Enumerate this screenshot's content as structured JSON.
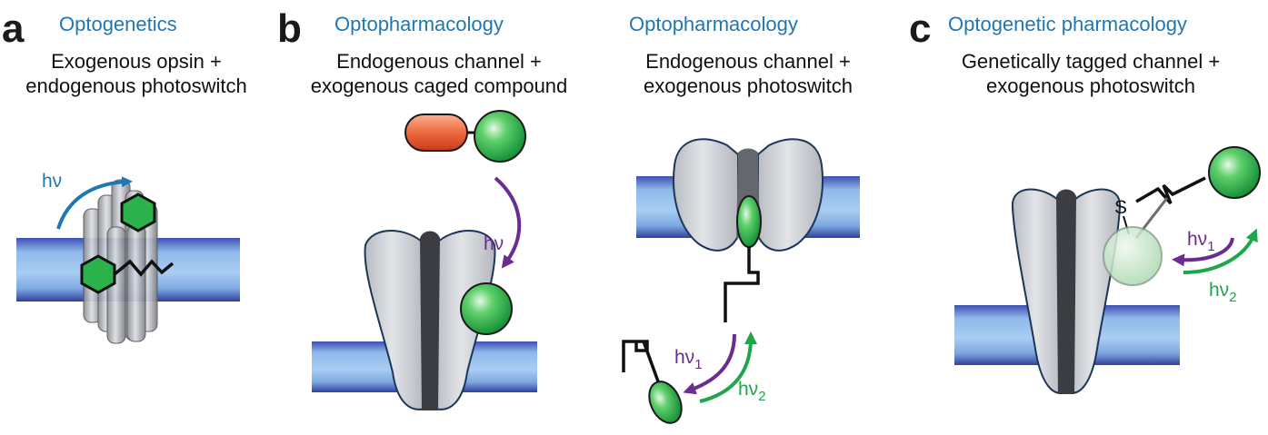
{
  "panels": [
    {
      "letter": "a",
      "title": "Optogenetics",
      "line1": "Exogenous opsin +",
      "line2": "endogenous photoswitch"
    },
    {
      "letter": "b",
      "title": "Optopharmacology",
      "line1": "Endogenous channel +",
      "line2": "exogenous caged compound"
    },
    {
      "letter": "",
      "title": "Optopharmacology",
      "line1": "Endogenous channel +",
      "line2": "exogenous photoswitch"
    },
    {
      "letter": "c",
      "title": "Optogenetic pharmacology",
      "line1": "Genetically tagged channel +",
      "line2": "exogenous photoswitch"
    }
  ],
  "labels": {
    "hv": "hν",
    "hv_base": "hν",
    "sub1": "1",
    "sub2": "2",
    "sulfur": "S"
  },
  "colors": {
    "title_blue": "#1f77b4",
    "purple": "#6a2c91",
    "green": "#1fa64a",
    "membrane": "#4a5fc8",
    "ligand_green": "#2bb24c",
    "cage_red": "#e2542f"
  }
}
